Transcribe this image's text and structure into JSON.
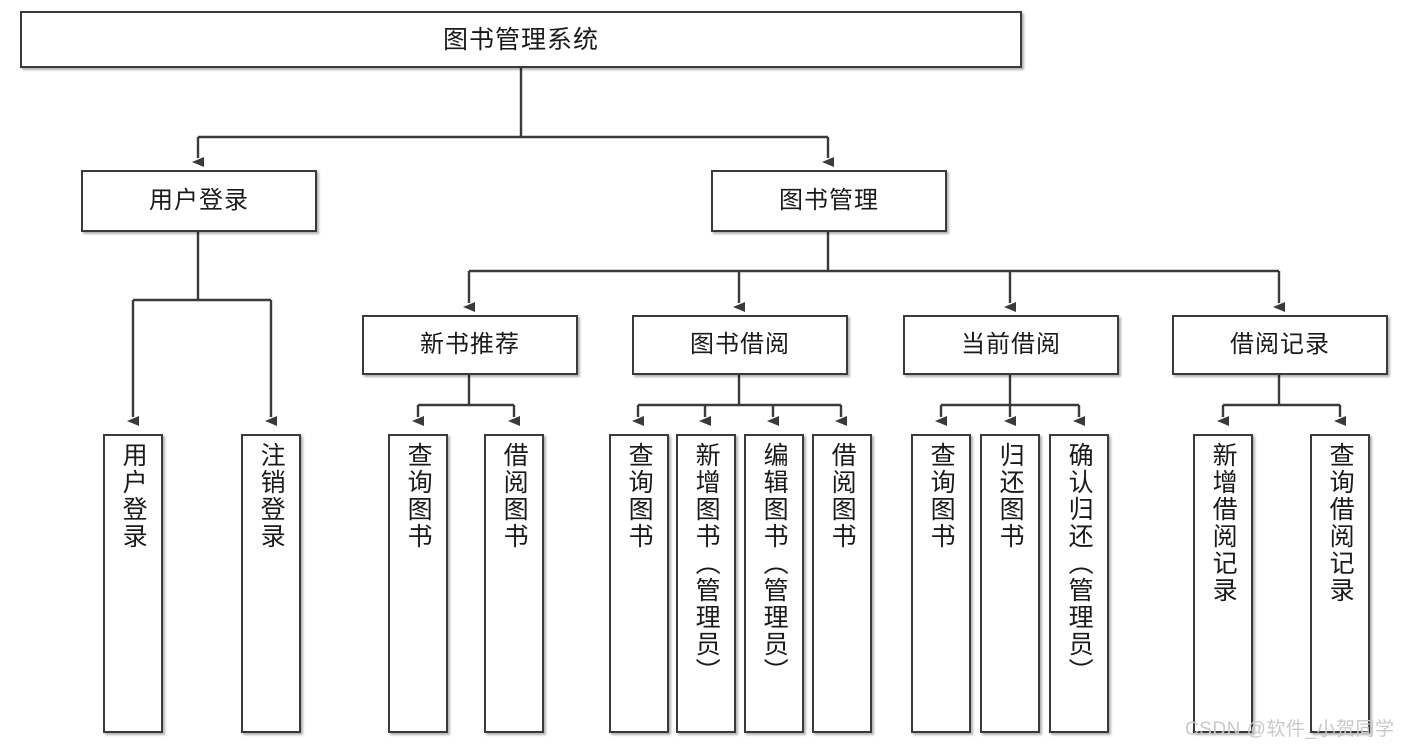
{
  "diagram": {
    "title": "图书管理系统",
    "watermark": "CSDN @软件_小贺同学",
    "line_color": "#3a3a3a",
    "box_fill": "#ffffff",
    "text_color": "#1a1a1a",
    "watermark_color": "#c9c9c9"
  },
  "nodes": {
    "root": {
      "label": "图书管理系统"
    },
    "level2": [
      {
        "id": "user-login",
        "label": "用户登录"
      },
      {
        "id": "book-management",
        "label": "图书管理"
      }
    ],
    "level3": [
      {
        "id": "new-book-recommend",
        "label": "新书推荐"
      },
      {
        "id": "book-borrow",
        "label": "图书借阅"
      },
      {
        "id": "current-borrow",
        "label": "当前借阅"
      },
      {
        "id": "borrow-record",
        "label": "借阅记录"
      }
    ],
    "leaves": {
      "user_login": [
        {
          "id": "leaf-user-login",
          "label": "用户登录"
        },
        {
          "id": "leaf-logout-login",
          "label": "注销登录"
        }
      ],
      "new_book_recommend": [
        {
          "id": "leaf-query-book-1",
          "label": "查询图书"
        },
        {
          "id": "leaf-borrow-book-1",
          "label": "借阅图书"
        }
      ],
      "book_borrow": [
        {
          "id": "leaf-query-book-2",
          "label": "查询图书"
        },
        {
          "id": "leaf-add-book",
          "label": "新增图书（管理员）"
        },
        {
          "id": "leaf-edit-book",
          "label": "编辑图书（管理员）"
        },
        {
          "id": "leaf-borrow-book-2",
          "label": "借阅图书"
        }
      ],
      "current_borrow": [
        {
          "id": "leaf-query-book-3",
          "label": "查询图书"
        },
        {
          "id": "leaf-return-book",
          "label": "归还图书"
        },
        {
          "id": "leaf-confirm-return",
          "label": "确认归还（管理员）"
        }
      ],
      "borrow_record": [
        {
          "id": "leaf-add-record",
          "label": "新增借阅记录"
        },
        {
          "id": "leaf-query-record",
          "label": "查询借阅记录"
        }
      ]
    }
  }
}
